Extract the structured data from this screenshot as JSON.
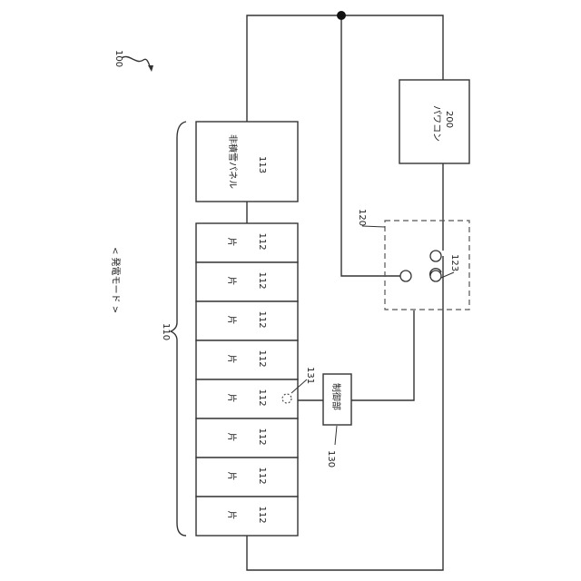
{
  "figure": {
    "ref_main": "100",
    "mode_label": "< 発電モード >",
    "ref_group": "110",
    "snow_panel": {
      "text": "非積雪パネル",
      "num": "113"
    },
    "panels": [
      {
        "text": "片",
        "num": "112"
      },
      {
        "text": "片",
        "num": "112"
      },
      {
        "text": "片",
        "num": "112"
      },
      {
        "text": "片",
        "num": "112"
      },
      {
        "text": "片",
        "num": "112"
      },
      {
        "text": "片",
        "num": "112"
      },
      {
        "text": "片",
        "num": "112"
      },
      {
        "text": "片",
        "num": "112"
      }
    ],
    "pcs": {
      "text": "パワコン",
      "num": "200"
    },
    "switch_ref": "120",
    "switch_contact_ref": "123",
    "controller": {
      "text": "制御部",
      "ref": "130"
    },
    "sensor_ref": "131"
  }
}
